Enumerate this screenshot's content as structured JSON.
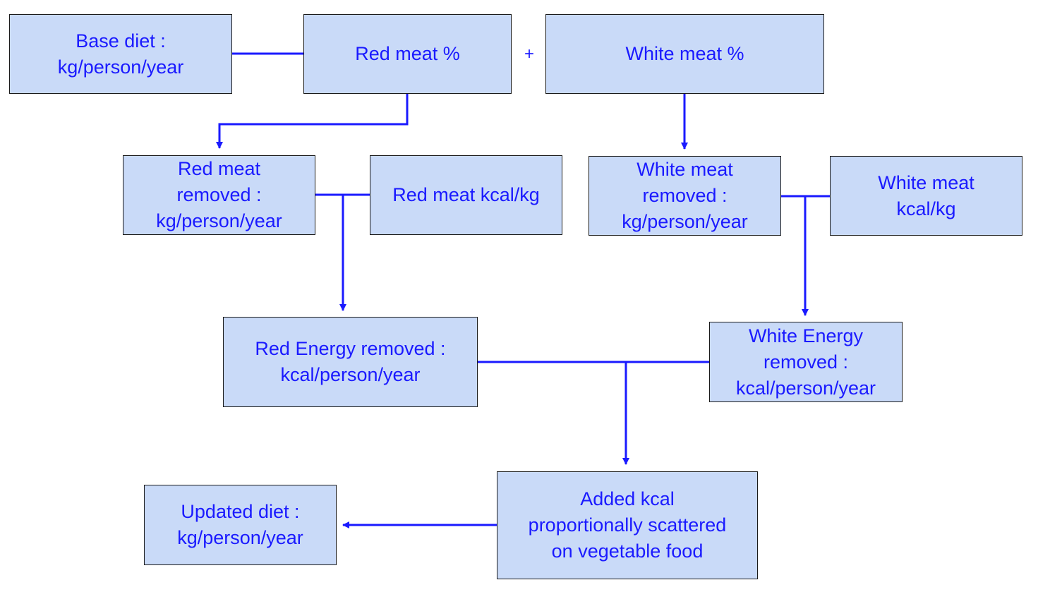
{
  "colors": {
    "node_fill": "#c9daf8",
    "node_border": "#1a1a1a",
    "text": "#1a1aff",
    "connector": "#1a1aff"
  },
  "nodes": {
    "base_diet": {
      "lines": [
        "Base diet :",
        "kg/person/year"
      ]
    },
    "red_pct": {
      "lines": [
        "Red meat %"
      ]
    },
    "white_pct": {
      "lines": [
        "White meat %"
      ]
    },
    "red_removed": {
      "lines": [
        "Red meat",
        "removed :",
        "kg/person/year"
      ]
    },
    "red_kcal": {
      "lines": [
        "Red meat kcal/kg"
      ]
    },
    "white_removed": {
      "lines": [
        "White meat",
        "removed :",
        "kg/person/year"
      ]
    },
    "white_kcal": {
      "lines": [
        "White meat",
        "kcal/kg"
      ]
    },
    "red_energy": {
      "lines": [
        "Red Energy removed :",
        "kcal/person/year"
      ]
    },
    "white_energy": {
      "lines": [
        "White Energy",
        "removed :",
        "kcal/person/year"
      ]
    },
    "added_kcal": {
      "lines": [
        "Added kcal",
        "proportionally scattered",
        "on vegetable food"
      ]
    },
    "updated_diet": {
      "lines": [
        "Updated diet :",
        "kg/person/year"
      ]
    }
  },
  "operators": {
    "plus": "+"
  },
  "edges": [
    {
      "from": "base_diet",
      "to": "red_pct",
      "arrow": false
    },
    {
      "from": "red_pct",
      "to": "red_removed",
      "arrow": true
    },
    {
      "from": "white_pct",
      "to": "white_removed",
      "arrow": true
    },
    {
      "from": "red_removed",
      "to": "red_kcal",
      "arrow": false
    },
    {
      "from": "red_removed",
      "to": "red_energy",
      "arrow": true
    },
    {
      "from": "white_removed",
      "to": "white_kcal",
      "arrow": false
    },
    {
      "from": "white_removed",
      "to": "white_energy",
      "arrow": true
    },
    {
      "from": "red_energy",
      "to": "white_energy",
      "arrow": false
    },
    {
      "from": "red_energy",
      "to": "added_kcal",
      "arrow": true
    },
    {
      "from": "added_kcal",
      "to": "updated_diet",
      "arrow": true
    }
  ]
}
